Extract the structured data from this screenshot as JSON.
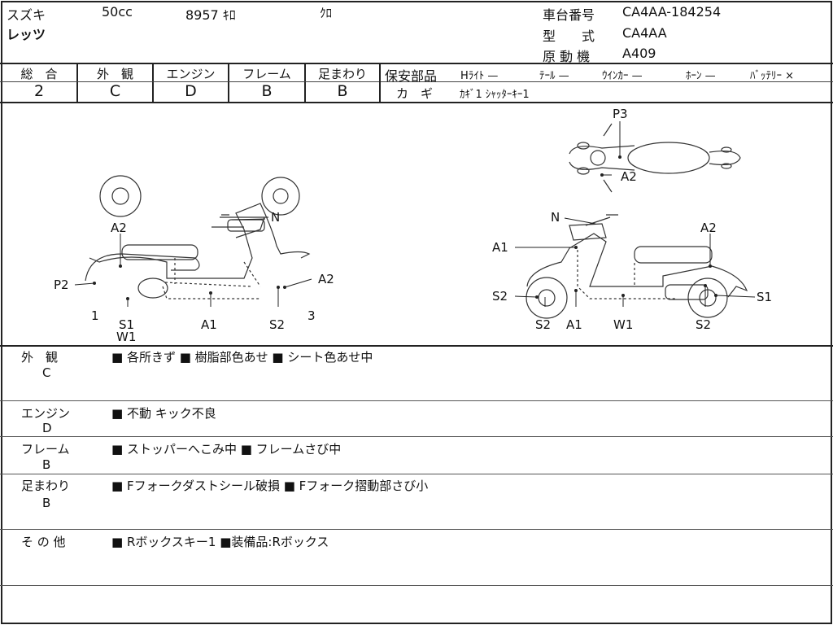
{
  "header": {
    "maker": "スズキ",
    "model": "レッツ",
    "displacement": "50cc",
    "mileage": "8957 ｷﾛ",
    "color": "ｸﾛ",
    "frame_no_label": "車台番号",
    "frame_no": "CA4AA-184254",
    "type_label": "型　　式",
    "type": "CA4AA",
    "engine_label": "原 動 機",
    "engine": "A409"
  },
  "grades": [
    {
      "label": "総　合",
      "value": "2"
    },
    {
      "label": "外　観",
      "value": "C"
    },
    {
      "label": "エンジン",
      "value": "D"
    },
    {
      "label": "フレーム",
      "value": "B"
    },
    {
      "label": "足まわり",
      "value": "B"
    }
  ],
  "safety": {
    "label": "保安部品",
    "items": [
      "Hﾗｲﾄ —",
      "ﾃｰﾙ —",
      "ｳｲﾝｶｰ —",
      "ﾎｰﾝ —",
      "ﾊﾞｯﾃﾘｰ ×"
    ],
    "key_label": "カ　ギ",
    "key_value": "ｶｷﾞ1 ｼｬｯﾀｰｷｰ1"
  },
  "diagram": {
    "top_labels": [
      "P3",
      "A2"
    ],
    "left_labels": [
      "A2",
      "P2",
      "1",
      "S1",
      "W1",
      "A1",
      "S2",
      "3",
      "A2",
      "N"
    ],
    "right_labels": [
      "N",
      "A1",
      "S2",
      "S2",
      "A1",
      "W1",
      "S2",
      "S1",
      "A2"
    ]
  },
  "sections": [
    {
      "label": "外　観",
      "grade": "C",
      "text": "■ 各所きず ■ 樹脂部色あせ ■ シート色あせ中"
    },
    {
      "label": "エンジン",
      "grade": "D",
      "text": "■ 不動 キック不良"
    },
    {
      "label": "フレーム",
      "grade": "B",
      "text": "■ ストッパーへこみ中 ■ フレームさび中"
    },
    {
      "label": "足まわり",
      "grade": "B",
      "text": "■ Fフォークダストシール破損 ■ Fフォーク摺動部さび小"
    },
    {
      "label": "そ の 他",
      "grade": "",
      "text": "■ Rボックスキー1 ■装備品:Rボックス"
    }
  ]
}
